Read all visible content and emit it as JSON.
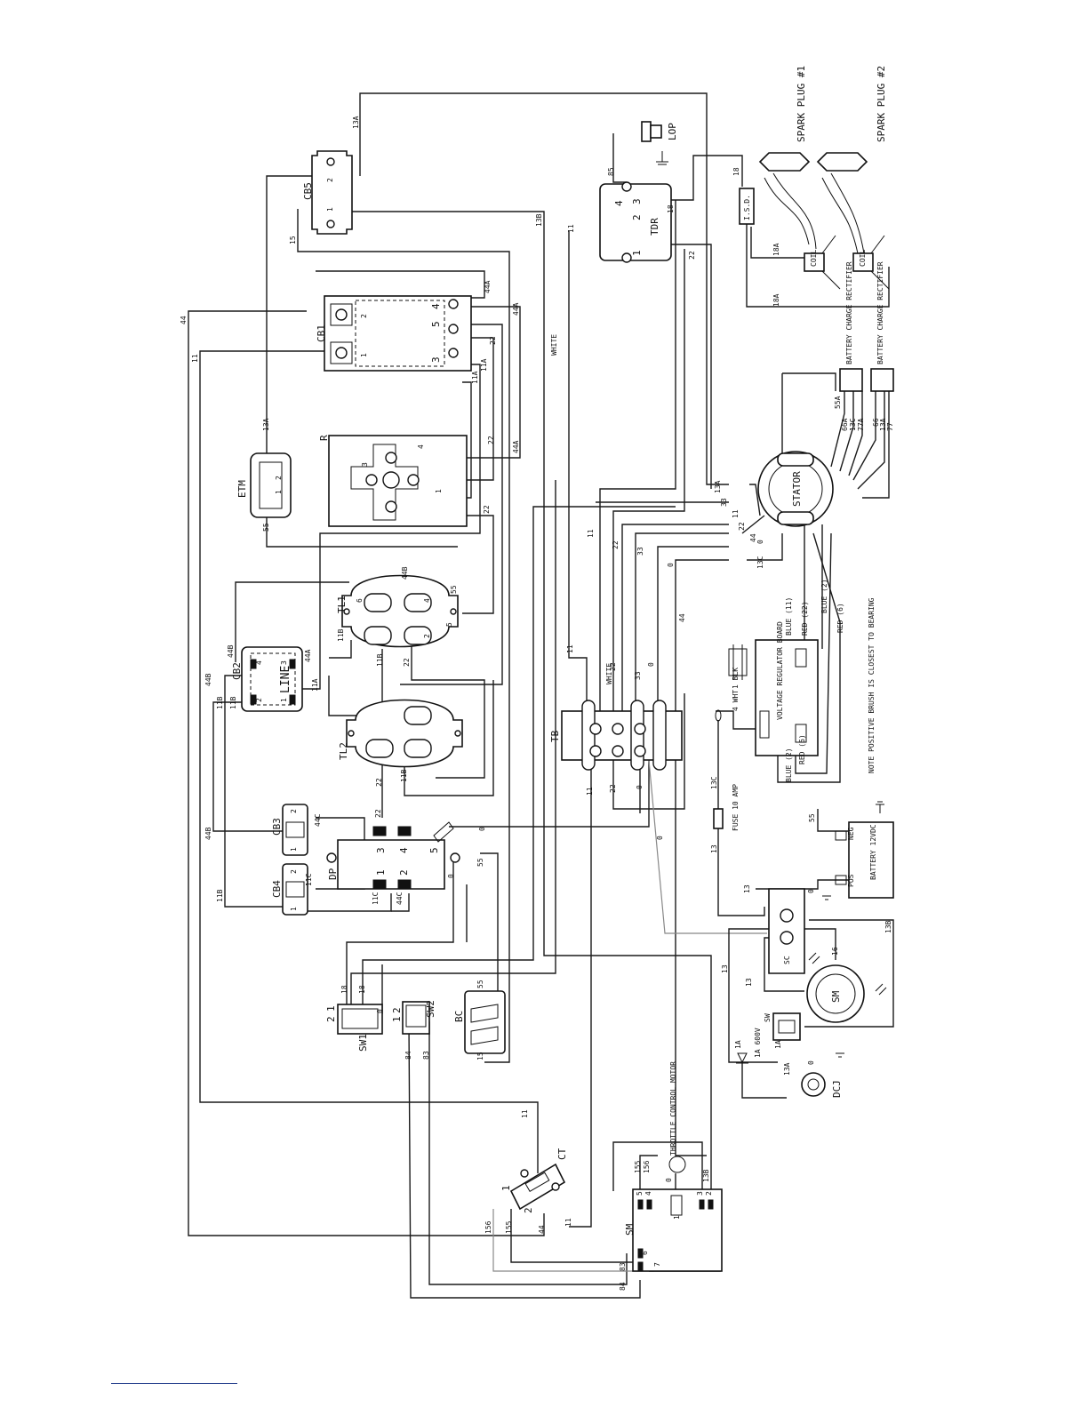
{
  "components": {
    "cb5": "CB5",
    "cb1": "CB1",
    "cb2": "CB2",
    "cb3": "CB3",
    "cb4": "CB4",
    "line": "LINE",
    "etm": "ETM",
    "tl1": "TL1",
    "tl2": "TL2",
    "tb": "TB",
    "dp": "DP",
    "r": "R",
    "sw1": "SW1",
    "sw2": "SW2",
    "bc": "BC",
    "ct": "CT",
    "sm_bottom": "SM",
    "tdr": "TDR",
    "lop": "LOP",
    "spark_plug_1": "SPARK PLUG #1",
    "spark_plug_2": "SPARK PLUG #2",
    "isd": "I.S.D.",
    "coil": "COIL",
    "battery_charge_rectifier_1": "BATTERY CHARGE RECTIFIER",
    "battery_charge_rectifier_2": "BATTERY CHARGE RECTIFIER",
    "stator": "STATOR",
    "voltage_regulator_board": "VOLTAGE REGULATOR BOARD",
    "note": "NOTE POSITIVE BRUSH IS CLOSEST TO BEARING",
    "fuse": "FUSE 10 AMP",
    "battery": "BATTERY 12VDC",
    "battery_neg": "NEG",
    "battery_pos": "POS",
    "sc": "SC",
    "sm_right": "SM",
    "sw_right": "SW",
    "diode": "1A 600V",
    "dcj": "DCJ",
    "throttle_control_motor": "THROTTLE CONTROL MOTOR",
    "white_1": "WHITE",
    "white_2": "WHITE",
    "wht": "4 WHT",
    "blk": "1 BLK",
    "blue_11": "BLUE (11)",
    "red_22": "RED (22)",
    "blue_2": "BLUE (2)",
    "red_6": "RED (6)",
    "blue_2b": "BLUE (2)",
    "red_6b": "RED (6)"
  },
  "wire_labels": {
    "w13a_top": "13A",
    "w15": "15",
    "w13b": "13B",
    "w44": "44",
    "w11": "11",
    "w13a_etm": "13A",
    "w55_etm": "55",
    "w44a_1": "44A",
    "w44a_2": "44A",
    "w44a_3": "44A",
    "w22_1": "22",
    "w11a_1": "11A",
    "w11a_2": "11A",
    "w22_2": "22",
    "w22_3": "22",
    "w44b_tl1": "44B",
    "w55_tl1": "55",
    "w11b_1": "11B",
    "w11b_2": "11B",
    "w22_tl1": "22",
    "w44b_cb2": "44B",
    "w44a_cb2": "44A",
    "w11a_cb2": "11A",
    "w44b_l": "44B",
    "w11b_l": "11B",
    "w11b_cb2": "11B",
    "w22_tl2": "22",
    "w11b_tl2": "11B",
    "w22_dp": "22",
    "w44c_1": "44C",
    "w11c_1": "11C",
    "w11c_2": "11C",
    "w44c_2": "44C",
    "w44b_cb3": "44B",
    "w11b_cb4": "11B",
    "w0_dp": "0",
    "w55_dp": "55",
    "w0_dp2": "0",
    "w18_sw1a": "18",
    "w18_sw1b": "18",
    "w0_sw1": "0",
    "w84_sw2": "84",
    "w83_sw2": "83",
    "w55_bc": "55",
    "w15_bc": "15",
    "w11_ct": "11",
    "w44_ct": "44",
    "w156_ct": "156",
    "w155_ct": "155",
    "w11_ct2": "11",
    "w155_sm": "155",
    "w156_sm": "156",
    "w0_sm": "0",
    "w13b_sm": "13B",
    "w83_sm": "83",
    "w84_sm": "84",
    "w85": "85",
    "w18_tdr": "18",
    "w11_tdr": "11",
    "w22_tdr": "22",
    "w18_isd": "18",
    "w18a_1": "18A",
    "w18a_2": "18A",
    "w13a_st": "13A",
    "w33_st": "33",
    "w11_st": "11",
    "w22_st": "22",
    "w44_st": "44",
    "w13c_st": "13C",
    "w0_st": "0",
    "w11_tb": "11",
    "w22_tb": "22",
    "w33_tb": "33",
    "w0_tb": "0",
    "w44_tb": "44",
    "w11_tb2": "11",
    "w22_tb2": "22",
    "w33_tb2": "33",
    "w0_tb2": "0",
    "w11_tb3": "11",
    "w22_tb3": "22",
    "w0_tb3": "0",
    "w0_tb4": "0",
    "w55a": "55A",
    "w66a": "66A",
    "w13c_r": "13C",
    "w77a": "77A",
    "w66": "66",
    "w13a_r": "13A",
    "w77": "77",
    "w13c_fuse": "13C",
    "w13_fuse": "13",
    "w55_bat": "55",
    "w13_sc": "13",
    "w0_sc": "0",
    "w16": "16",
    "w13b_r": "13B",
    "w13_sw": "13",
    "w13_sw2": "13",
    "w1a": "1A",
    "w1a_2": "1A",
    "w13a_dcj": "13A",
    "w0_dcj": "0"
  },
  "pins": {
    "p1": "1",
    "p2": "2",
    "p3": "3",
    "p4": "4",
    "p5": "5",
    "p6": "6",
    "p7": "7"
  }
}
